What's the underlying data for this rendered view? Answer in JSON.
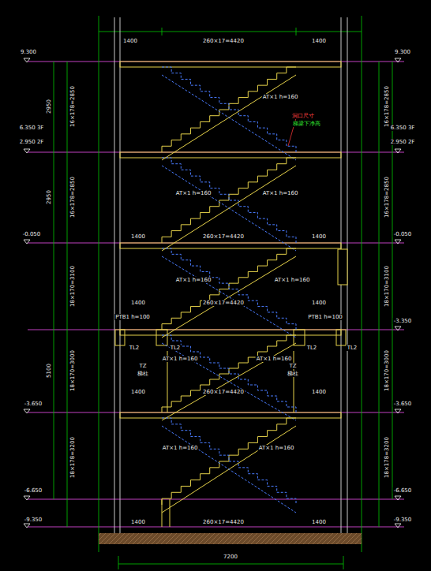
{
  "diagram": {
    "labels": [
      "1400",
      "260×17=4420",
      "1400",
      "9.300",
      "9.300",
      "6.350 3F",
      "2.950 2F",
      "6.350 3F",
      "2.950 2F",
      "-0.050",
      "-0.050",
      "-3.350",
      "-3.650",
      "-3.650",
      "-6.650",
      "-6.650",
      "-9.350",
      "-9.350",
      "2950",
      "2950",
      "5100",
      "16×178=2850",
      "16×178=2850",
      "18×170=3100",
      "18×170=3000",
      "18×178=3200",
      "16×178=2850",
      "16×178=2850",
      "18×170=3100",
      "18×170=3000",
      "18×178=3200",
      "1400",
      "260×17=4420",
      "1400",
      "1400",
      "260×17=4420",
      "1400",
      "1400",
      "260×17=4420",
      "1400",
      "1400",
      "260×17=4420",
      "1400",
      "AT×1 h=160",
      "AT×1 h=160",
      "AT×1 h=160",
      "AT×1 h=160",
      "AT×1 h=160",
      "AT×1 h=160",
      "AT×1 h=160",
      "AT×1 h=160",
      "AT×1 h=160",
      "洞口尺寸",
      "梯梁下净高",
      "PTB1 h=100",
      "PTB1 h=100",
      "TL2",
      "TL2",
      "TL2",
      "TL2",
      "TZ",
      "梯柱",
      "TZ",
      "梯柱",
      "7200"
    ]
  }
}
